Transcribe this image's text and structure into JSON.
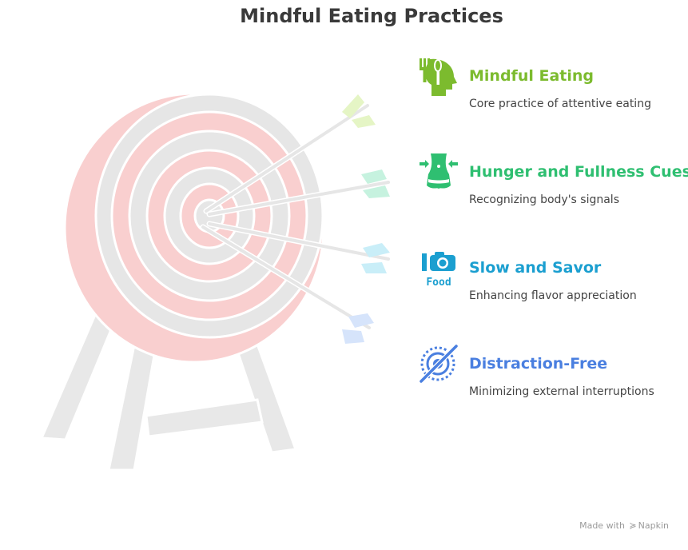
{
  "title": "Mindful Eating Practices",
  "items": [
    {
      "heading": "Mindful Eating",
      "description": "Core practice of attentive eating",
      "color": "#7cbb2e",
      "icon": "head-utensils-icon"
    },
    {
      "heading": "Hunger and Fullness Cues",
      "description": "Recognizing body's signals",
      "color": "#2fbf71",
      "icon": "waist-icon"
    },
    {
      "heading": "Slow and Savor",
      "description": "Enhancing flavor appreciation",
      "color": "#1b9fd0",
      "icon": "food-camera-icon"
    },
    {
      "heading": "Distraction-Free",
      "description": "Minimizing external interruptions",
      "color": "#4a7fe0",
      "icon": "no-distraction-icon"
    }
  ],
  "colors": {
    "target_ring": "#f9cfcf",
    "target_band": "#e6e6e6",
    "arrow_fletch_1": "#e5f5c5",
    "arrow_fletch_2": "#c6f2df",
    "arrow_fletch_3": "#c9eef8",
    "arrow_fletch_4": "#d6e4fb"
  },
  "footer": {
    "prefix": "Made with",
    "brand": "Napkin"
  }
}
